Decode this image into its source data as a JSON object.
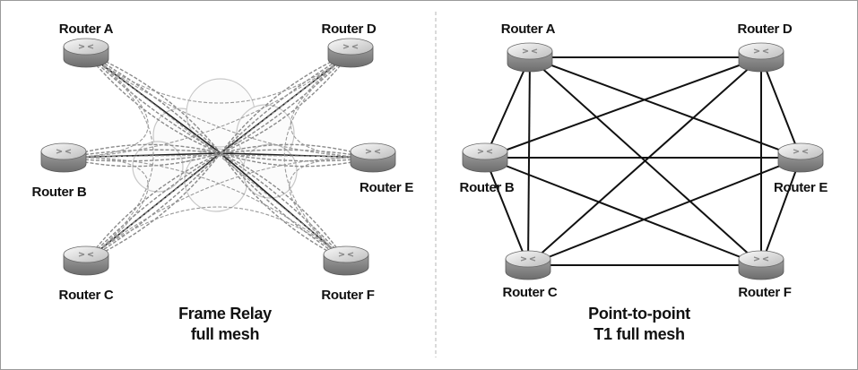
{
  "diagrams": [
    {
      "caption_lines": [
        "Frame Relay",
        "full mesh"
      ],
      "routers": [
        "Router A",
        "Router B",
        "Router C",
        "Router D",
        "Router E",
        "Router F"
      ]
    },
    {
      "caption_lines": [
        "Point-to-point",
        "T1 full mesh"
      ],
      "routers": [
        "Router A",
        "Router B",
        "Router C",
        "Router D",
        "Router E",
        "Router F"
      ]
    }
  ]
}
